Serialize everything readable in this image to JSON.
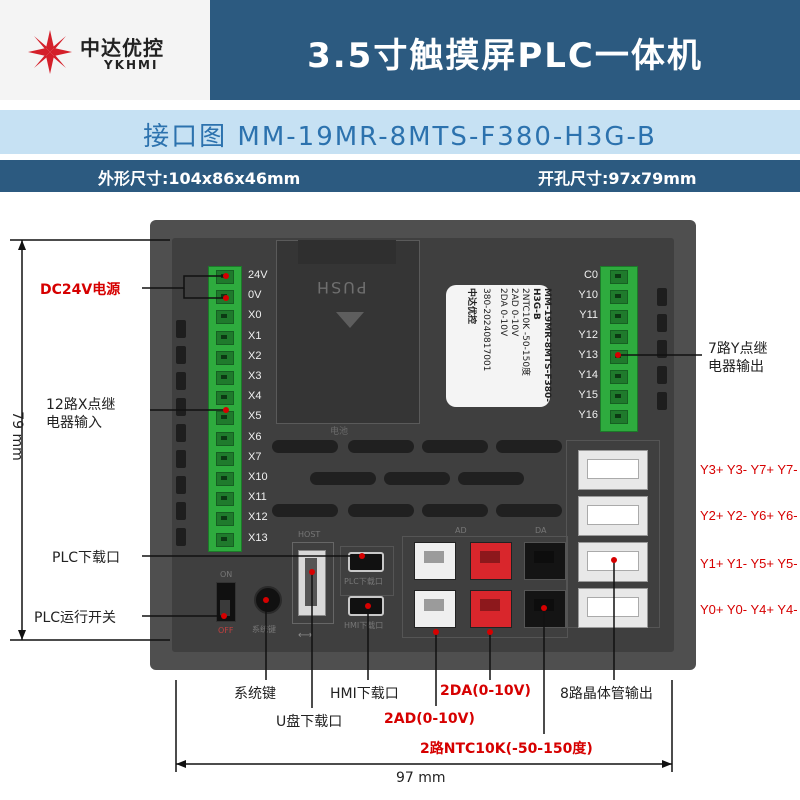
{
  "header": {
    "brand_cn": "中达优控",
    "brand_en": "YKHMI",
    "title": "3.5寸触摸屏PLC一体机",
    "subtitle": "接口图 MM-19MR-8MTS-F380-H3G-B",
    "outline_size": "外形尺寸:104x86x46mm",
    "hole_size": "开孔尺寸:97x79mm"
  },
  "device": {
    "push_label": "PUSH",
    "battery_tag": "电池",
    "left_terminals": [
      "24V",
      "0V",
      "X0",
      "X1",
      "X2",
      "X3",
      "X4",
      "X5",
      "X6",
      "X7",
      "X10",
      "X11",
      "X12",
      "X13"
    ],
    "right_terminals": [
      "C0",
      "Y10",
      "Y11",
      "Y12",
      "Y13",
      "Y14",
      "Y15",
      "Y16"
    ],
    "product_label": {
      "lines": [
        "MM-19MR-8MTS-F380-H3G-B",
        "2NTC10K   -50-150度",
        "2AD          0-10V",
        "2DA          0-10V",
        "380-20240817001"
      ],
      "brand": "中达优控"
    },
    "host_label": "HOST",
    "ad_label": "AD",
    "da_label": "DA",
    "plc_port_label": "PLC下载口",
    "hmi_port_label": "HMI下载口",
    "switch_on": "ON",
    "switch_off": "OFF",
    "syskey_label": "系统键"
  },
  "callouts": {
    "dc24v": "DC24V电源",
    "x_inputs": [
      "12路X点继",
      "电器输入"
    ],
    "y_outputs": [
      "7路Y点继",
      "电器输出"
    ],
    "plc_download": "PLC下载口",
    "plc_switch": "PLC运行开关",
    "system_key": "系统键",
    "usb_download": "U盘下载口",
    "hmi_download": "HMI下载口",
    "da": "2DA(0-10V)",
    "ad": "2AD(0-10V)",
    "ntc": "2路NTC10K(-50-150度)",
    "transistor": "8路晶体管输出"
  },
  "y_ports": [
    "Y3+ Y3- Y7+ Y7-",
    "Y2+ Y2- Y6+ Y6-",
    "Y1+ Y1- Y5+ Y5-",
    "Y0+ Y0- Y4+ Y4-"
  ],
  "dimensions": {
    "width": "97 mm",
    "height": "79 mm"
  },
  "colors": {
    "header_blue": "#2c5a80",
    "subtitle_bg": "#c6e1f3",
    "subtitle_text": "#2c72ae",
    "terminal_green": "#2eab3e",
    "callout_red": "#d60000",
    "jst_red": "#d9262c"
  }
}
